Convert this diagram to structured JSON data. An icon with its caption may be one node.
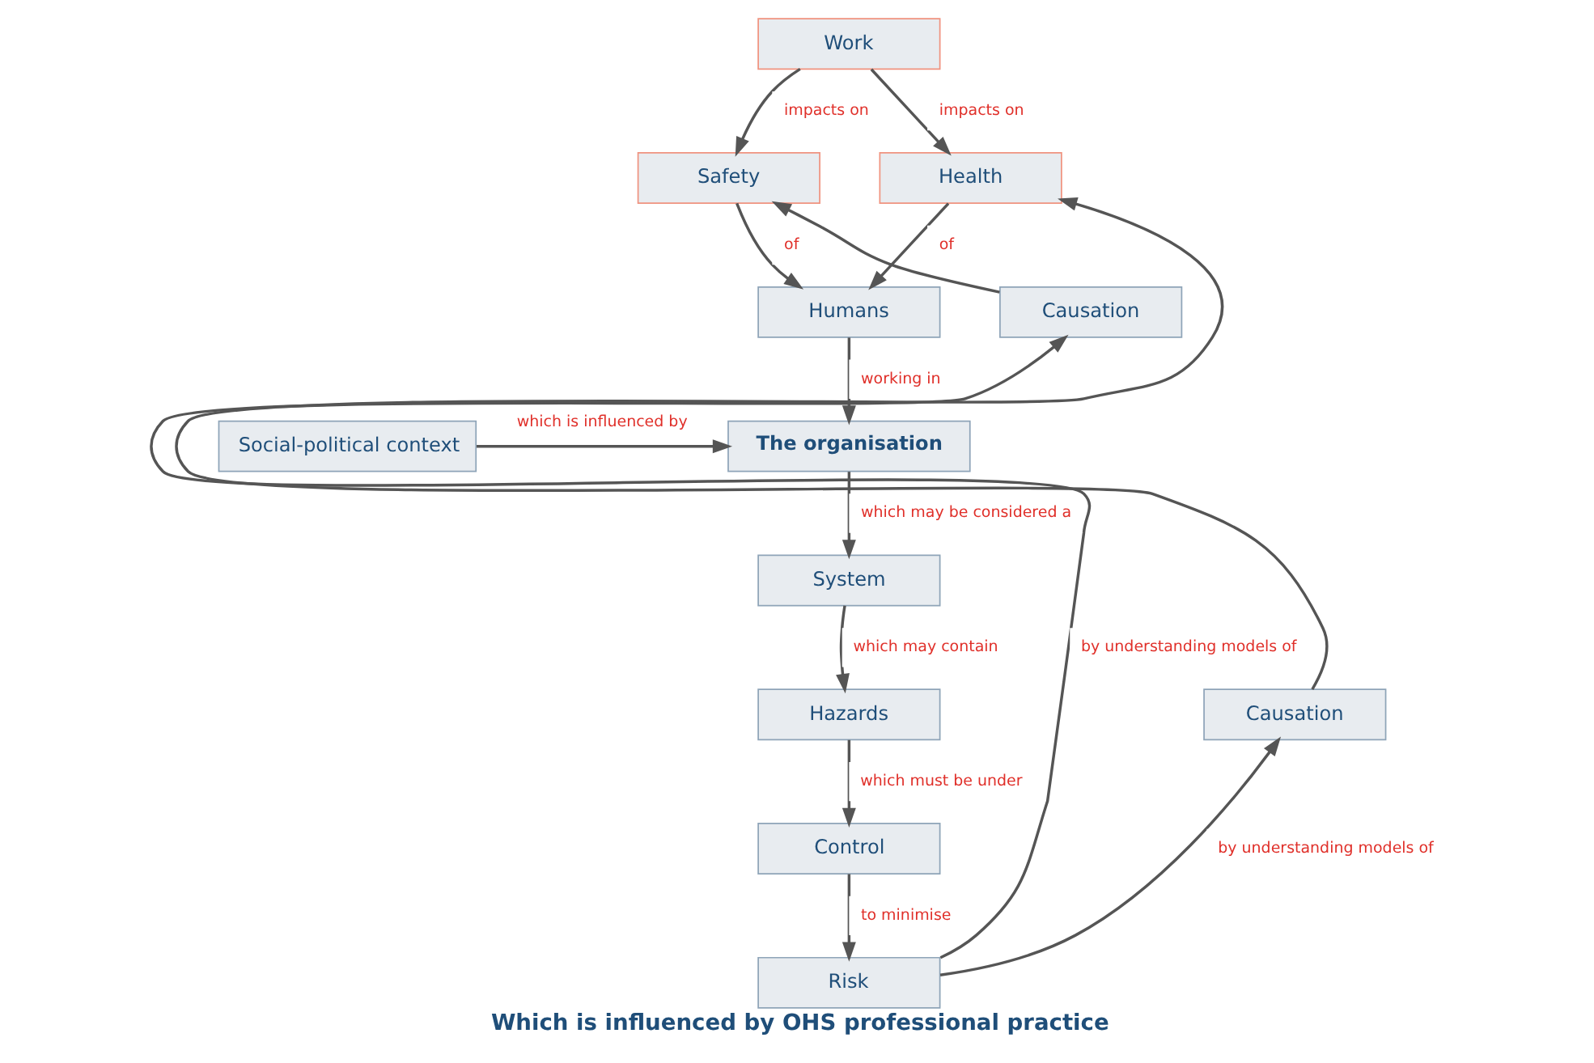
{
  "diagram": {
    "caption": "Which is influenced by OHS professional practice",
    "nodes": [
      {
        "text": [
          "Work"
        ]
      },
      {
        "text": [
          "Safety"
        ]
      },
      {
        "text": [
          "Health"
        ]
      },
      {
        "text": [
          "Humans"
        ]
      },
      {
        "text": [
          "The organisation"
        ]
      },
      {
        "text": [
          "Social-political context"
        ]
      },
      {
        "text": [
          "System"
        ]
      },
      {
        "text": [
          "Hazards"
        ]
      },
      {
        "text": [
          "Control"
        ]
      },
      {
        "text": [
          "Risk"
        ]
      },
      {
        "text": [
          "Causation"
        ]
      },
      {
        "text": [
          "Causation"
        ]
      }
    ],
    "edges": [
      {
        "from": 0,
        "to": 1,
        "arrow": "to",
        "label": "impacts on"
      },
      {
        "from": 0,
        "to": 2,
        "arrow": "to",
        "label": "impacts on"
      },
      {
        "from": 1,
        "to": 3,
        "arrow": "to",
        "label": "of"
      },
      {
        "from": 2,
        "to": 3,
        "arrow": "to",
        "label": "of"
      },
      {
        "from": 3,
        "to": 4,
        "arrow": "to",
        "label": "working in"
      },
      {
        "from": 5,
        "to": 4,
        "arrow": "to",
        "label": "which is influenced by"
      },
      {
        "from": 4,
        "to": 6,
        "arrow": "to",
        "label": "which may be considered a"
      },
      {
        "from": 6,
        "to": 7,
        "arrow": "to",
        "label": "which may contain"
      },
      {
        "from": 7,
        "to": 8,
        "arrow": "to",
        "label": "which must be under"
      },
      {
        "from": 8,
        "to": 9,
        "arrow": "to",
        "label": "to minimise"
      },
      {
        "from": 9,
        "to": 10,
        "arrow": "to",
        "label": "by understanding models of"
      },
      {
        "from": 10,
        "to": 1,
        "arrow": "to"
      },
      {
        "from": 9,
        "to": 11,
        "arrow": "to",
        "label": "by understanding models of"
      },
      {
        "from": 11,
        "to": 2,
        "arrow": "to"
      }
    ]
  }
}
